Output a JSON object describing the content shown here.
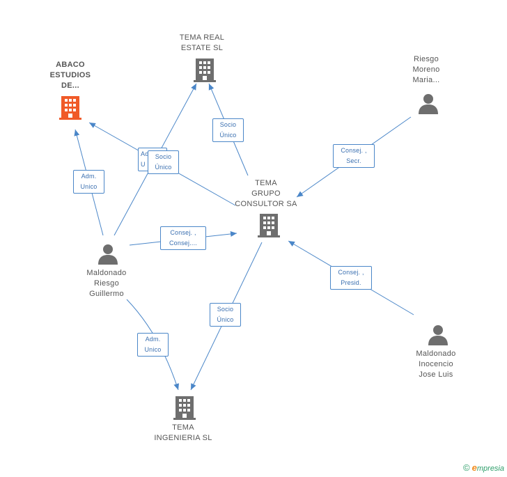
{
  "colors": {
    "edge": "#4a86c8",
    "building": "#6e6e6e",
    "building_highlight": "#f05a28",
    "person": "#6e6e6e"
  },
  "nodes": [
    {
      "id": "abaco",
      "type": "building",
      "highlight": true,
      "label": "ABACO\nESTUDIOS\nDE..."
    },
    {
      "id": "tema_real",
      "type": "building",
      "highlight": false,
      "label": "TEMA REAL\nESTATE  SL"
    },
    {
      "id": "riesgo_moreno",
      "type": "person",
      "highlight": false,
      "label": "Riesgo\nMoreno\nMaria..."
    },
    {
      "id": "tema_grupo",
      "type": "building",
      "highlight": false,
      "label": "TEMA\nGRUPO\nCONSULTOR SA"
    },
    {
      "id": "maldonado_riesgo",
      "type": "person",
      "highlight": false,
      "label": "Maldonado\nRiesgo\nGuillermo"
    },
    {
      "id": "maldonado_inocencio",
      "type": "person",
      "highlight": false,
      "label": "Maldonado\nInocencio\nJose Luis"
    },
    {
      "id": "tema_ingenieria",
      "type": "building",
      "highlight": false,
      "label": "TEMA\nINGENIERIA  SL"
    }
  ],
  "edge_labels": [
    {
      "id": "adm_abaco",
      "text": "Adm.\nUnico"
    },
    {
      "id": "adm_hidden",
      "text": "Adm.\nU"
    },
    {
      "id": "socio_mr",
      "text": "Socio\nÚnico"
    },
    {
      "id": "socio_real",
      "text": "Socio\nÚnico"
    },
    {
      "id": "consej_secr",
      "text": "Consej. ,\nSecr."
    },
    {
      "id": "consej_consej",
      "text": "Consej. ,\nConsej...."
    },
    {
      "id": "consej_presid",
      "text": "Consej. ,\nPresid."
    },
    {
      "id": "socio_ing",
      "text": "Socio\nÚnico"
    },
    {
      "id": "adm_ing",
      "text": "Adm.\nUnico"
    }
  ],
  "footer": {
    "copyright": "©",
    "brand_initial": "e",
    "brand_rest": "mpresia"
  }
}
